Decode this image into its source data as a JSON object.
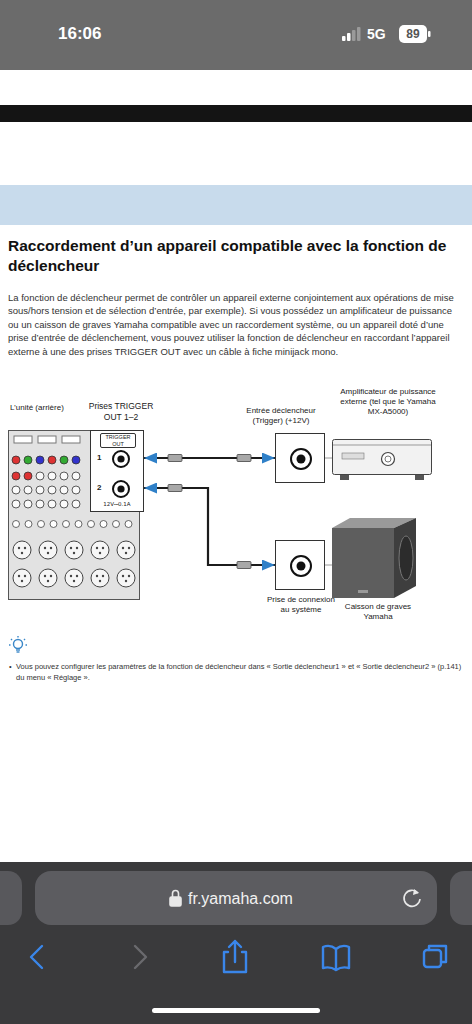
{
  "diagram": {
    "title": "Raccordement d’un appareil compatible avec la fonction de déclencheur",
    "nodes": [
      {
        "text": [
          "L’unité (arrière)"
        ]
      },
      {
        "text": [
          "Prises TRIGGER OUT 1–2",
          "TRIGGER OUT",
          "1",
          "2",
          "12V⎓0.1A"
        ]
      },
      {
        "text": [
          "Entrée déclencheur (Trigger) (+12V)"
        ]
      },
      {
        "text": [
          "Amplificateur de puissance externe (tel que le Yamaha MX-A5000)"
        ]
      },
      {
        "text": [
          "Prise de connexion au système"
        ]
      },
      {
        "text": [
          "Caisson de graves Yamaha"
        ]
      }
    ],
    "edges": [
      {
        "from": 1,
        "to": 2,
        "arrow": "both"
      },
      {
        "from": 1,
        "to": 4,
        "arrow": "both"
      },
      {
        "from": 2,
        "to": 3,
        "arrow": "none"
      },
      {
        "from": 4,
        "to": 5,
        "arrow": "none"
      }
    ],
    "labels": [
      "16:06",
      "5G",
      "89",
      "La fonction de déclencheur permet de contrôler un appareil externe conjointement aux opérations de mise sous/hors tension et de sélection d’entrée, par exemple). Si vous possédez un amplificateur de puissance ou un caisson de graves Yamaha compatible avec un raccordement système, ou un appareil doté d’une prise d’entrée de déclenchement, vous pouvez utiliser la fonction de déclencheur en raccordant l’appareil externe à une des prises TRIGGER OUT avec un câble à fiche minijack mono.",
      "•",
      "Vous pouvez configurer les paramètres de la fonction de déclencheur dans « Sortie déclencheur1 » et « Sortie déclencheur2 » (p.141) du menu « Réglage ».",
      "fr.yamaha.com"
    ]
  }
}
